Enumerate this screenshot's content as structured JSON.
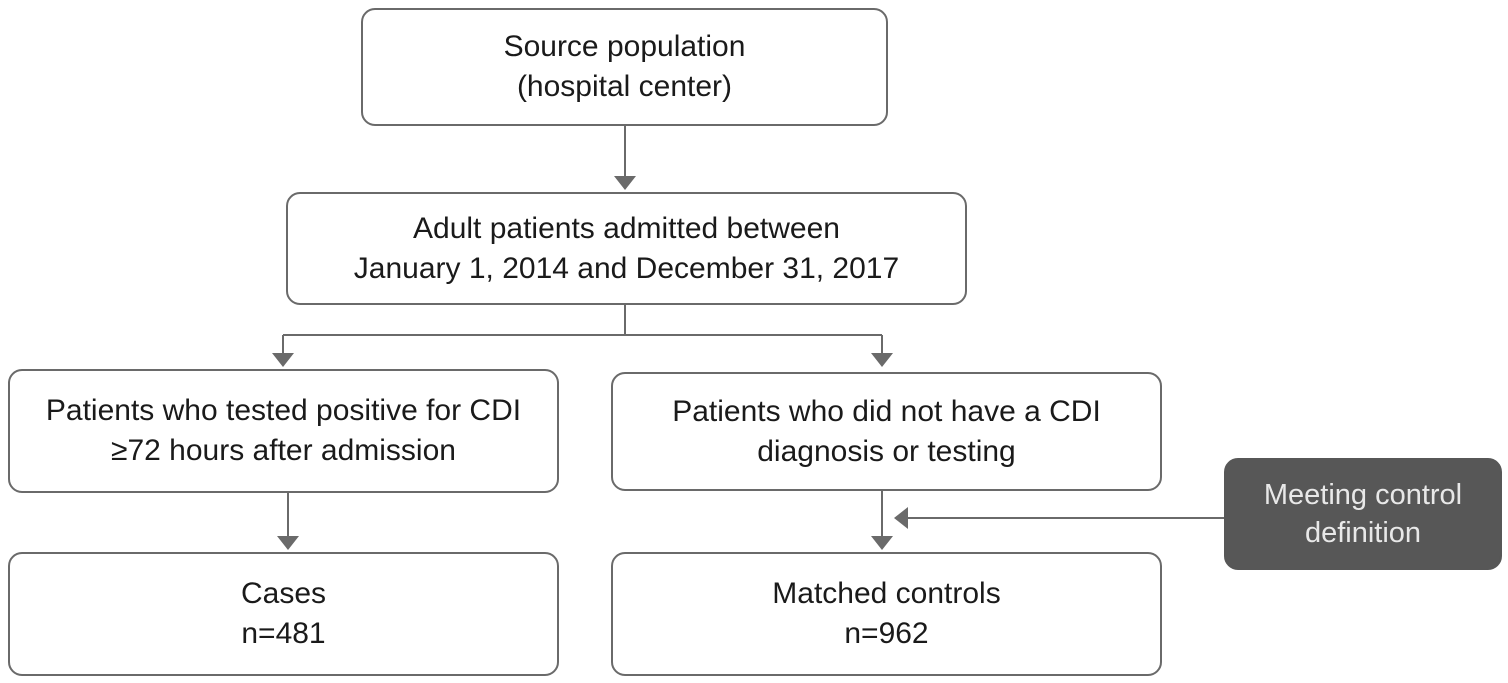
{
  "nodes": {
    "source": {
      "line1": "Source population",
      "line2": "(hospital center)"
    },
    "adults": {
      "line1": "Adult patients admitted between",
      "line2": "January 1, 2014 and December 31, 2017"
    },
    "positive": {
      "line1": "Patients who tested positive for CDI",
      "line2": "≥72 hours after admission"
    },
    "negative": {
      "line1": "Patients who did not have a CDI",
      "line2": "diagnosis or testing"
    },
    "cases": {
      "line1": "Cases",
      "line2": "n=481"
    },
    "controls": {
      "line1": "Matched controls",
      "line2": "n=962"
    },
    "criterion": {
      "line1": "Meeting control",
      "line2": "definition"
    }
  },
  "edges": [
    {
      "from": "source",
      "to": "adults"
    },
    {
      "from": "adults",
      "to": "positive"
    },
    {
      "from": "adults",
      "to": "negative"
    },
    {
      "from": "positive",
      "to": "cases"
    },
    {
      "from": "negative",
      "to": "controls"
    },
    {
      "from": "criterion",
      "to": "negative-to-controls-line"
    }
  ],
  "colors": {
    "line": "#6a6a6a",
    "box_border": "#6a6a6a",
    "criterion_fill": "#575757",
    "criterion_text": "#e8e8e8"
  }
}
